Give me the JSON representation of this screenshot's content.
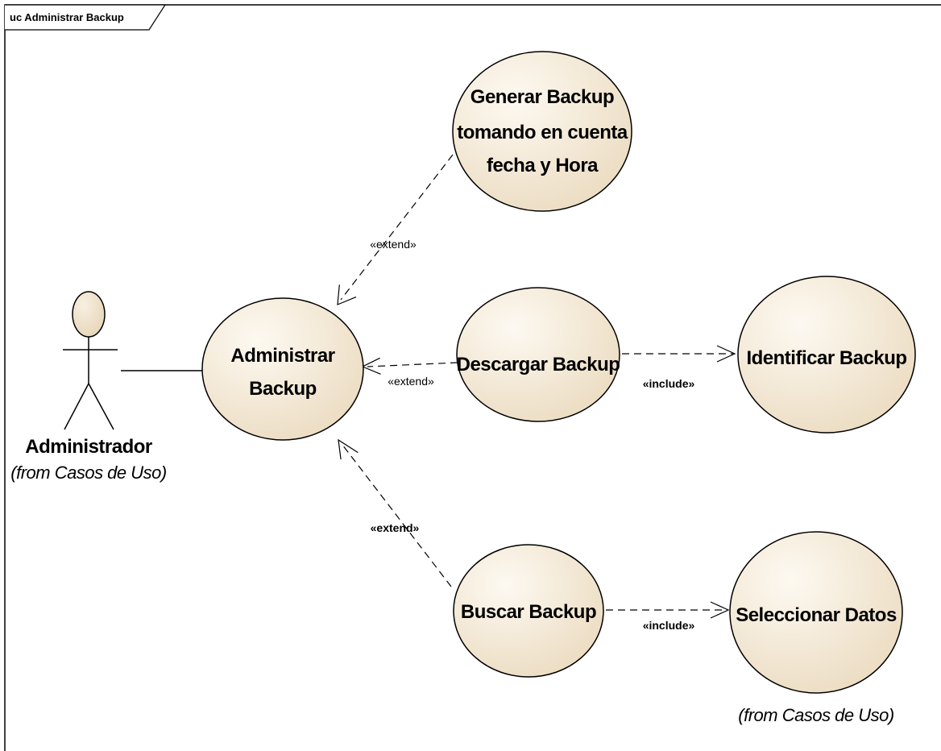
{
  "frame": {
    "title": "uc Administrar Backup"
  },
  "actor": {
    "name": "Administrador",
    "from": "(from Casos de Uso)"
  },
  "use_cases": {
    "administrar": [
      "Administrar",
      "Backup"
    ],
    "generar": [
      "Generar Backup",
      "tomando en cuenta",
      "fecha y Hora"
    ],
    "descargar": [
      "Descargar Backup"
    ],
    "identificar": [
      "Identificar Backup"
    ],
    "buscar": [
      "Buscar Backup"
    ],
    "seleccionar": [
      "Seleccionar Datos"
    ]
  },
  "seleccionar_from": "(from Casos de Uso)",
  "relations": {
    "generar_extend": "«extend»",
    "descargar_extend": "«extend»",
    "buscar_extend": "«extend»",
    "descargar_include": "«include»",
    "buscar_include": "«include»"
  },
  "colors": {
    "usecase_fill_light": "#fbf6ec",
    "usecase_fill_dark": "#ecdcc2",
    "actor_head_fill": "#eee0c8",
    "line": "#000000",
    "background": "#ffffff"
  }
}
